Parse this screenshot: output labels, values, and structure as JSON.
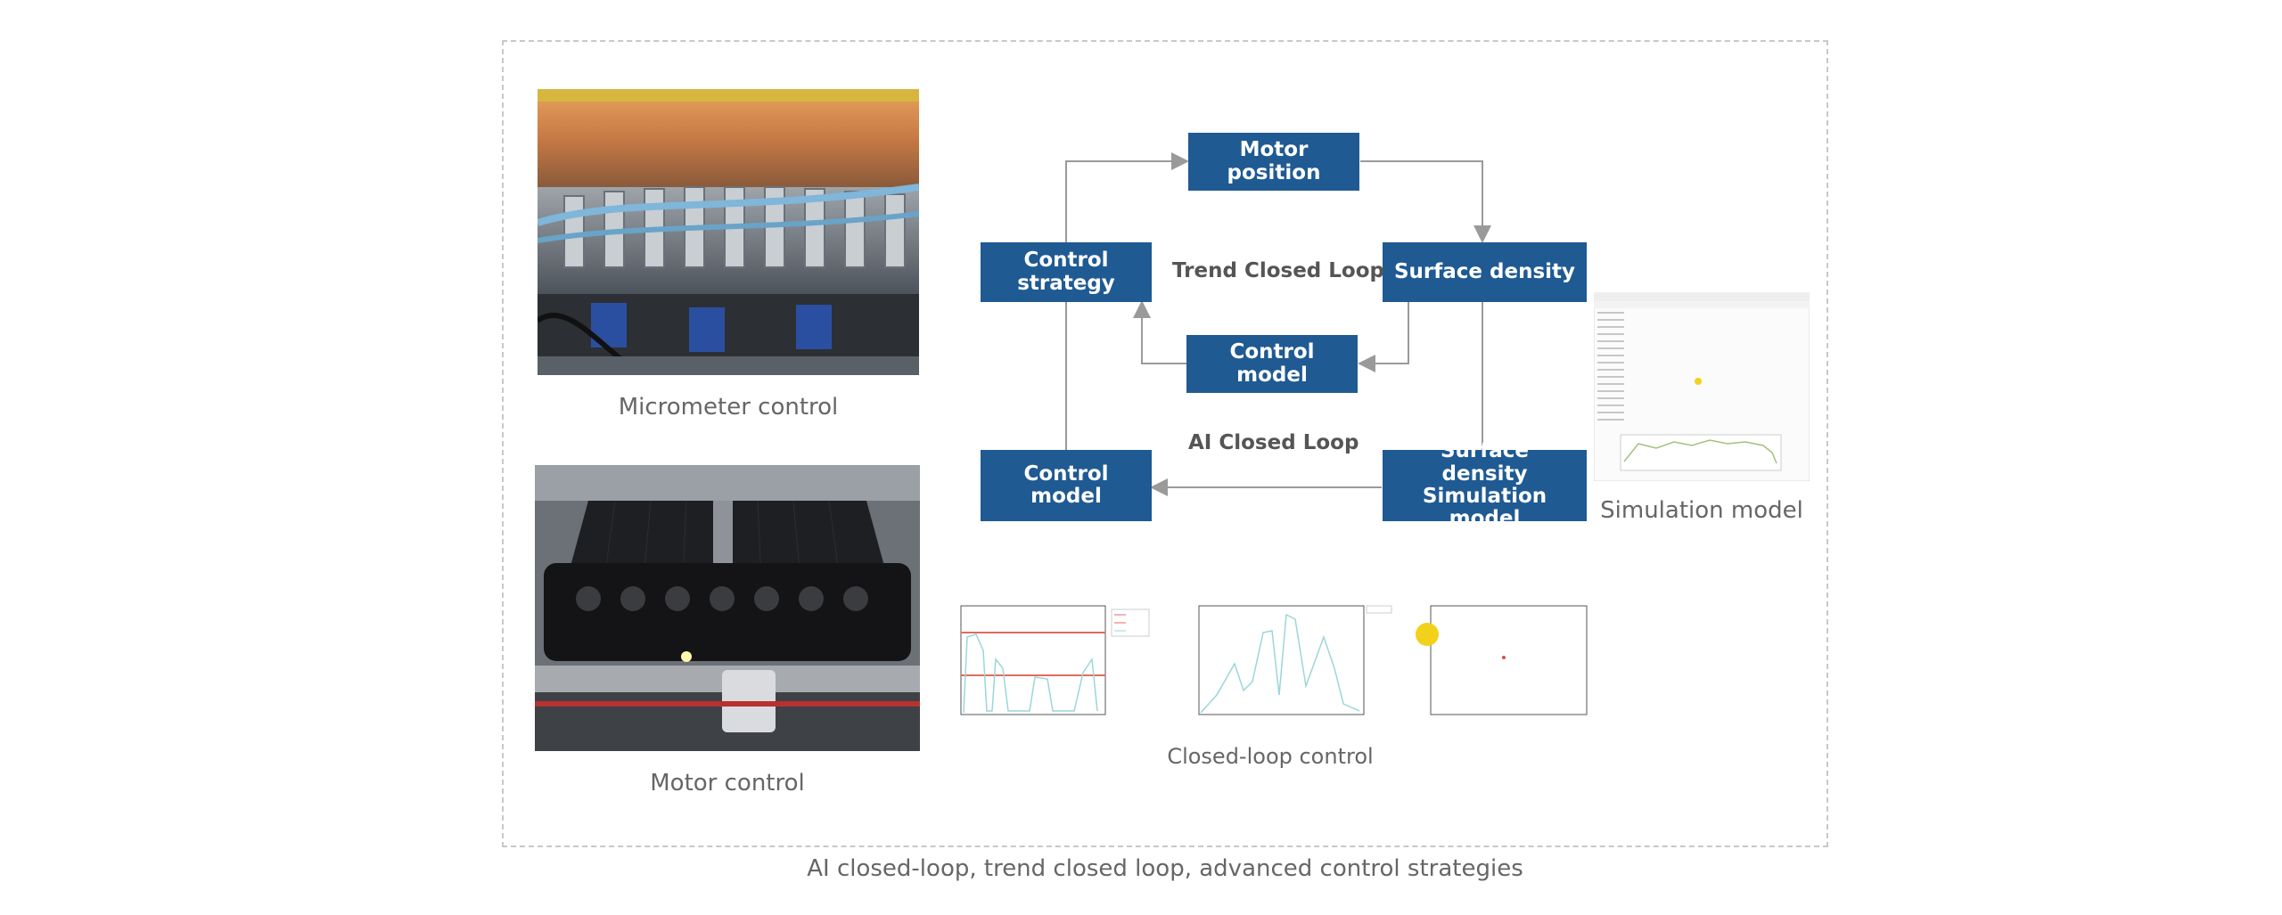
{
  "photos": {
    "micrometer_caption": "Micrometer control",
    "motor_caption": "Motor control"
  },
  "diagram": {
    "motor_position": "Motor position",
    "surface_density": "Surface density",
    "control_strategy": "Control strategy",
    "trend_closed_loop": "Trend Closed Loop",
    "control_model_inner": "Control model",
    "ai_closed_loop": "AI Closed Loop",
    "control_model_outer": "Control model",
    "simulation_model_box": "Surface density Simulation model"
  },
  "simulation_caption": "Simulation model",
  "closed_loop_caption": "Closed-loop control",
  "footer_caption": "AI closed-loop, trend closed loop, advanced control strategies",
  "colors": {
    "box_fill": "#1f5a93",
    "arrow": "#9a9a9a",
    "frame": "#c8c8c8"
  }
}
